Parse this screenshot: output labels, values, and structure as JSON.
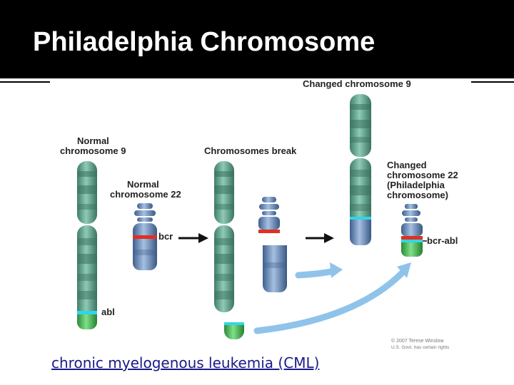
{
  "slide": {
    "title": "Philadelphia Chromosome",
    "caption_link": "chronic myelogenous leukemia (CML)"
  },
  "diagram": {
    "normal_chr9_label_1": "Normal",
    "normal_chr9_label_2": "chromosome 9",
    "normal_chr22_label_1": "Normal",
    "normal_chr22_label_2": "chromosome 22",
    "break_label": "Chromosomes break",
    "changed_chr9_label": "Changed chromosome 9",
    "changed_chr22_label_1": "Changed",
    "changed_chr22_label_2": "chromosome 22",
    "changed_chr22_label_3": "(Philadelphia",
    "changed_chr22_label_4": "chromosome)",
    "gene_bcr": "bcr",
    "gene_abl": "abl",
    "gene_bcr_abl": "bcr-abl",
    "credit_1": "© 2007 Terese Winslow",
    "credit_2": "U.S. Govt. has certain rights"
  },
  "colors": {
    "chr9_teal": "#5fa58e",
    "chr22_blue": "#6b8fc0",
    "bcr_red": "#e03020",
    "abl_cyan": "#30d6e8",
    "abl_green": "#3cbf4a",
    "arrow_light_blue": "#8fc3ea"
  }
}
